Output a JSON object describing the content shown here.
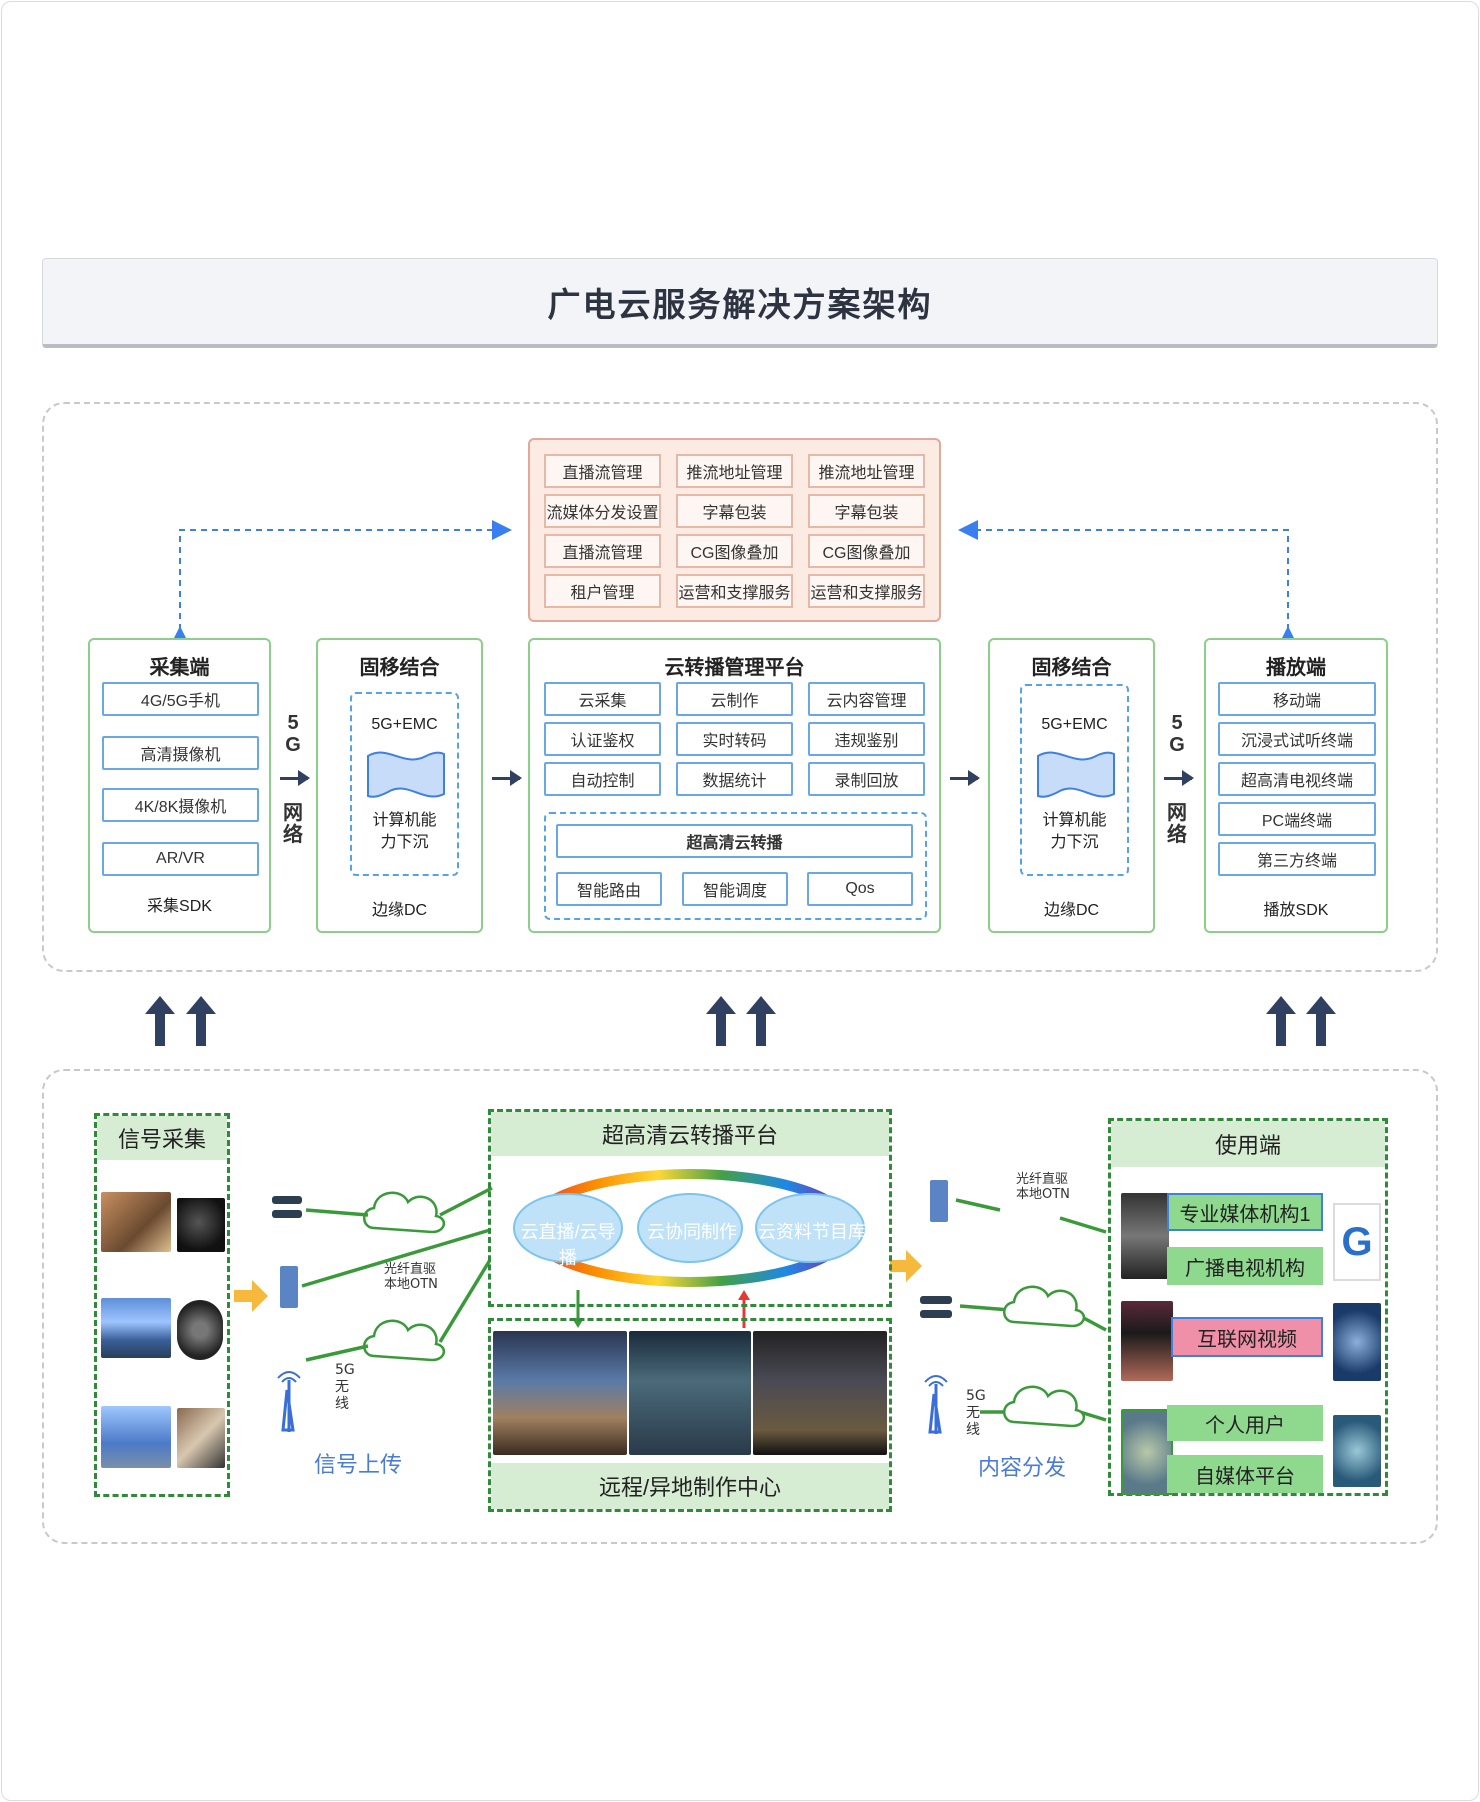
{
  "page_title": "广电云服务解决方案架构",
  "top": {
    "ops_panel": {
      "items": [
        [
          "直播流管理",
          "推流地址管理",
          "推流地址管理"
        ],
        [
          "流媒体分发设置",
          "字幕包装",
          "字幕包装"
        ],
        [
          "直播流管理",
          "CG图像叠加",
          "CG图像叠加"
        ],
        [
          "租户管理",
          "运营和支撑服务",
          "运营和支撑服务"
        ]
      ]
    },
    "capture": {
      "title": "采集端",
      "items": [
        "4G/5G手机",
        "高清摄像机",
        "4K/8K摄像机",
        "AR/VR"
      ],
      "footer": "采集SDK"
    },
    "network_left": {
      "chars": [
        "5",
        "G",
        "网",
        "络"
      ]
    },
    "fixed_left": {
      "title": "固移结合",
      "emc": "5G+EMC",
      "compute": [
        "计算机能",
        "力下沉"
      ],
      "footer": "边缘DC"
    },
    "platform": {
      "title": "云转播管理平台",
      "items": [
        [
          "云采集",
          "云制作",
          "云内容管理"
        ],
        [
          "认证鉴权",
          "实时转码",
          "违规鉴别"
        ],
        [
          "自动控制",
          "数据统计",
          "录制回放"
        ]
      ],
      "uhd_title": "超高清云转播",
      "uhd_items": [
        "智能路由",
        "智能调度",
        "Qos"
      ]
    },
    "fixed_right": {
      "title": "固移结合",
      "emc": "5G+EMC",
      "compute": [
        "计算机能",
        "力下沉"
      ],
      "footer": "边缘DC"
    },
    "network_right": {
      "chars": [
        "5",
        "G",
        "网",
        "络"
      ]
    },
    "playback": {
      "title": "播放端",
      "items": [
        "移动端",
        "沉浸式试听终端",
        "超高清电视终端",
        "PC端终端",
        "第三方终端"
      ],
      "footer": "播放SDK"
    }
  },
  "bottom": {
    "signal": {
      "title": "信号采集"
    },
    "upload_label": "信号上传",
    "otn_label": [
      "光纤直驱",
      "本地OTN"
    ],
    "wireless_label": [
      "5G",
      "无",
      "线"
    ],
    "platform": {
      "title": "超高清云转播平台",
      "clouds": [
        "云直播/云导播",
        "云协同制作",
        "云资料节目库"
      ]
    },
    "remote_center": "远程/异地制作中心",
    "distribute_label": "内容分发",
    "otn_label_right": [
      "光纤直驱",
      "本地OTN"
    ],
    "wireless_label_right": [
      "5G",
      "无",
      "线"
    ],
    "users": {
      "title": "使用端",
      "items": [
        "专业媒体机构1",
        "广播电视机构",
        "互联网视频",
        "个人用户",
        "自媒体平台"
      ]
    }
  },
  "colors": {
    "green_border": "#8ccf8a",
    "blue_border": "#6aa7e6",
    "orange_bg": "#fbebe3",
    "arrow_dark": "#2f4060",
    "dashed_blue": "#3a7ff0"
  }
}
